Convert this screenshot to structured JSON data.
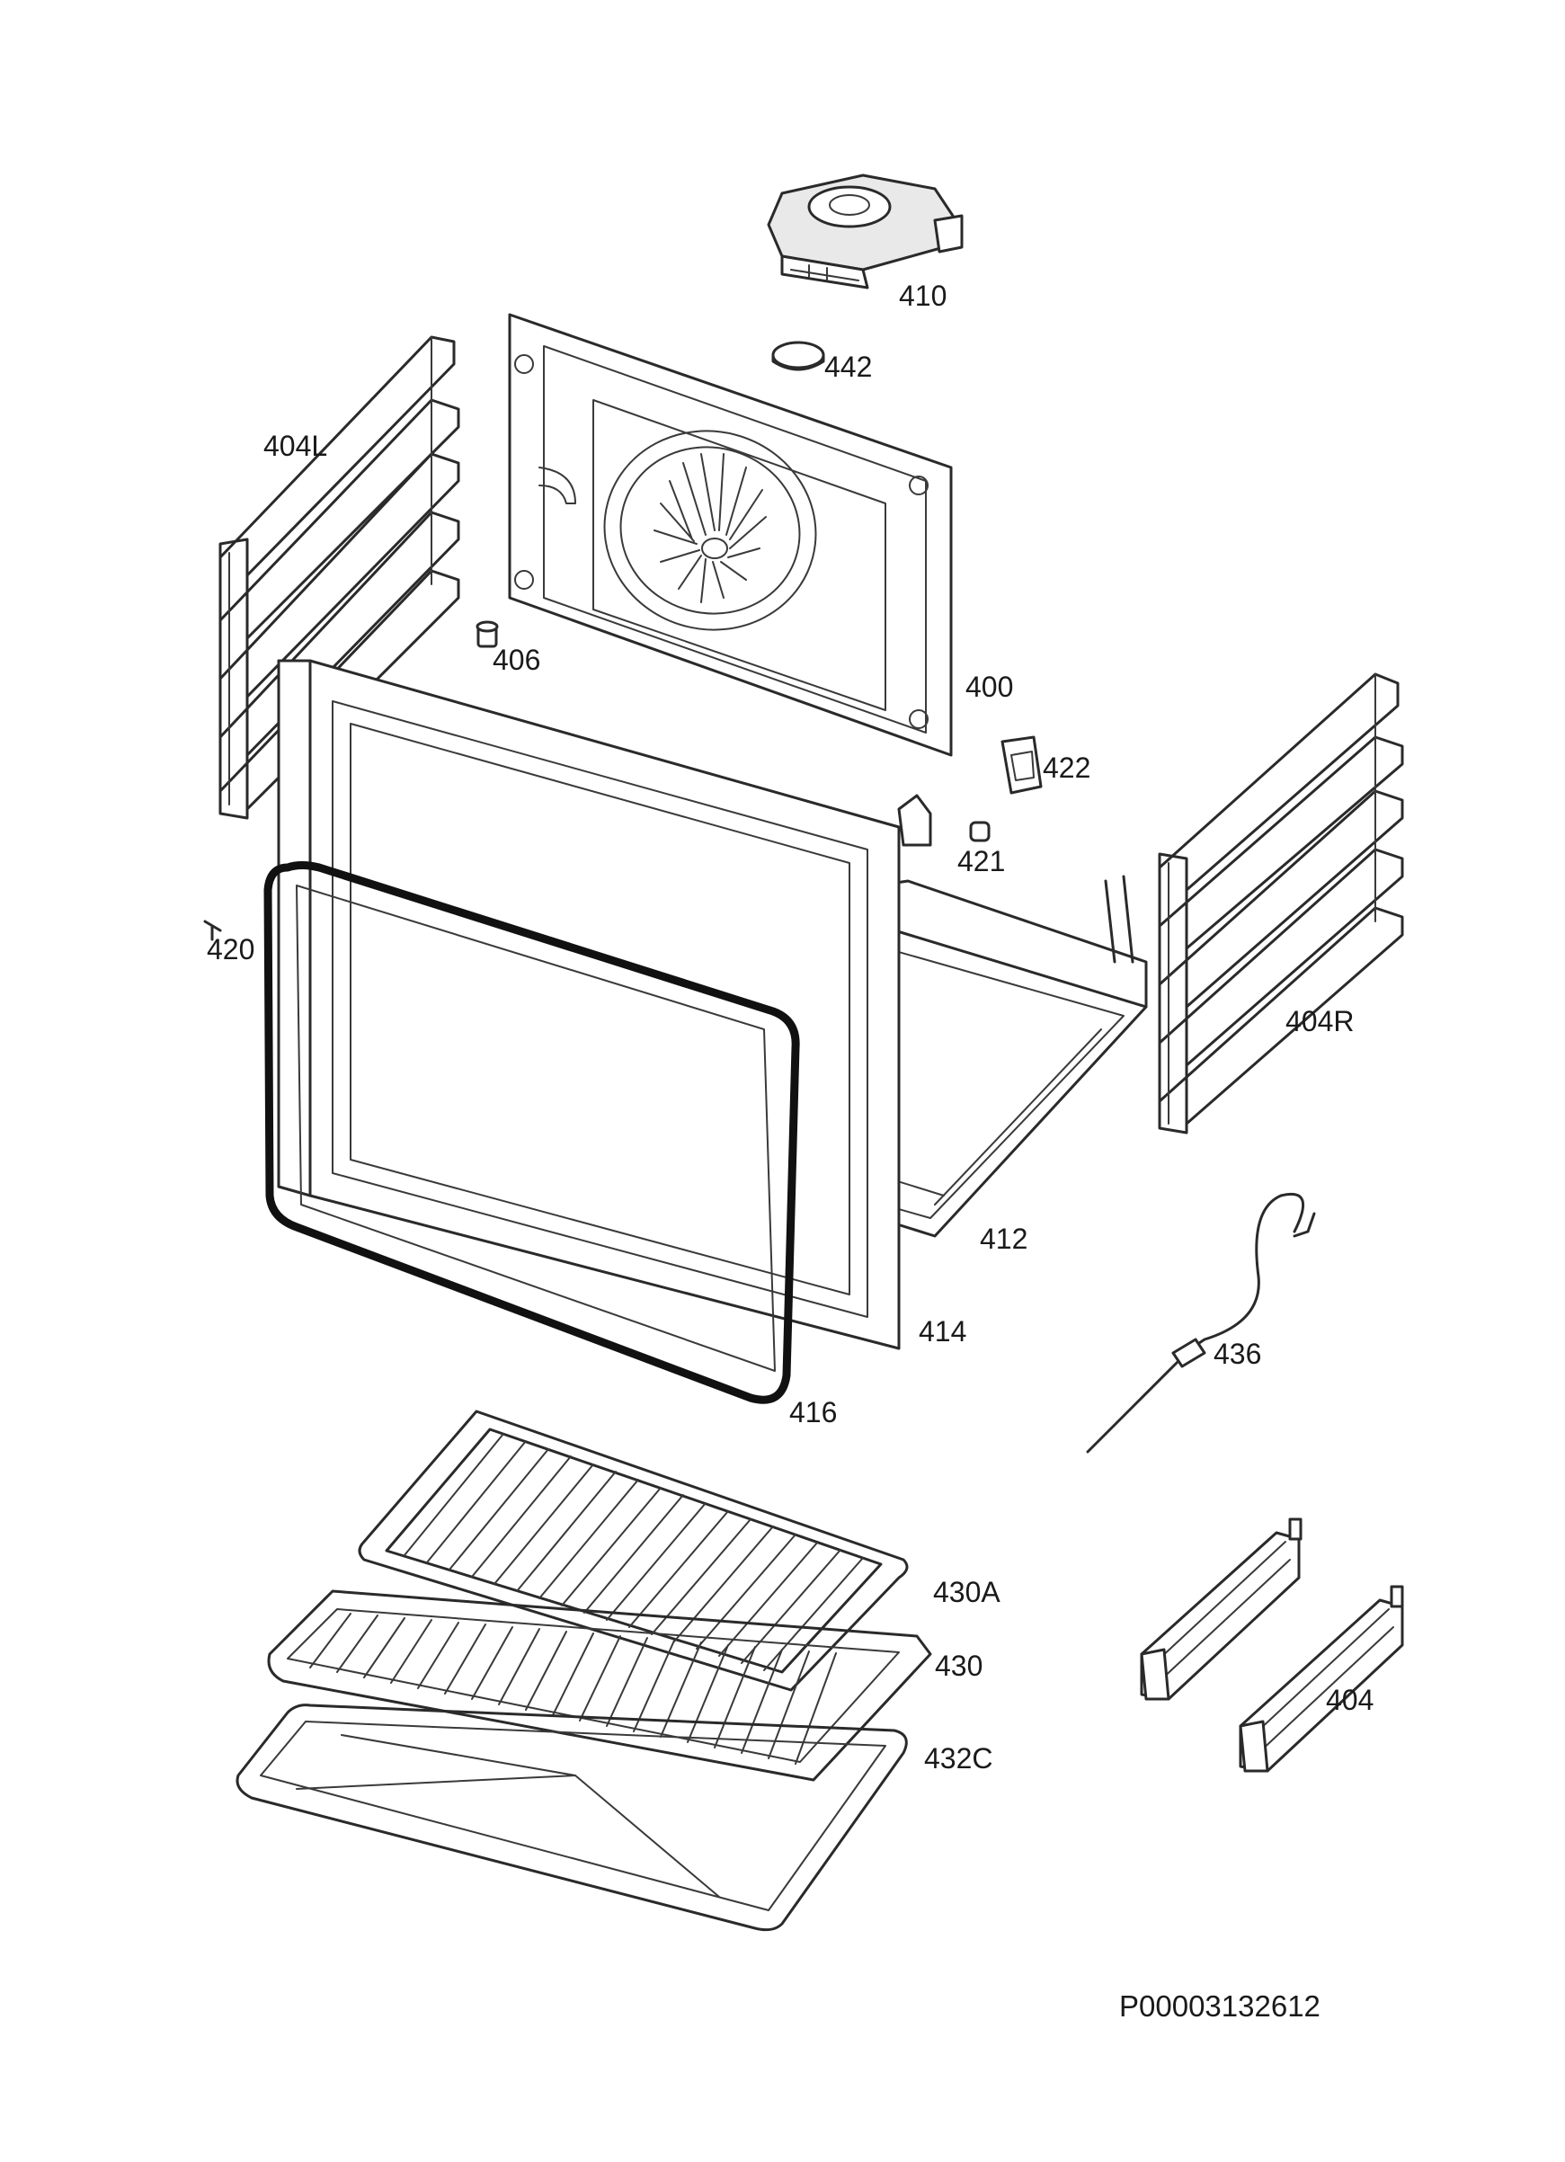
{
  "diagram": {
    "labels": {
      "p410": "410",
      "p442": "442",
      "p404L": "404L",
      "p406": "406",
      "p400": "400",
      "p422": "422",
      "p421": "421",
      "p420": "420",
      "p404R": "404R",
      "p412": "412",
      "p414": "414",
      "p416": "416",
      "p436": "436",
      "p430A": "430A",
      "p430": "430",
      "p432C": "432C",
      "p404": "404"
    },
    "document_id": "P00003132612"
  }
}
